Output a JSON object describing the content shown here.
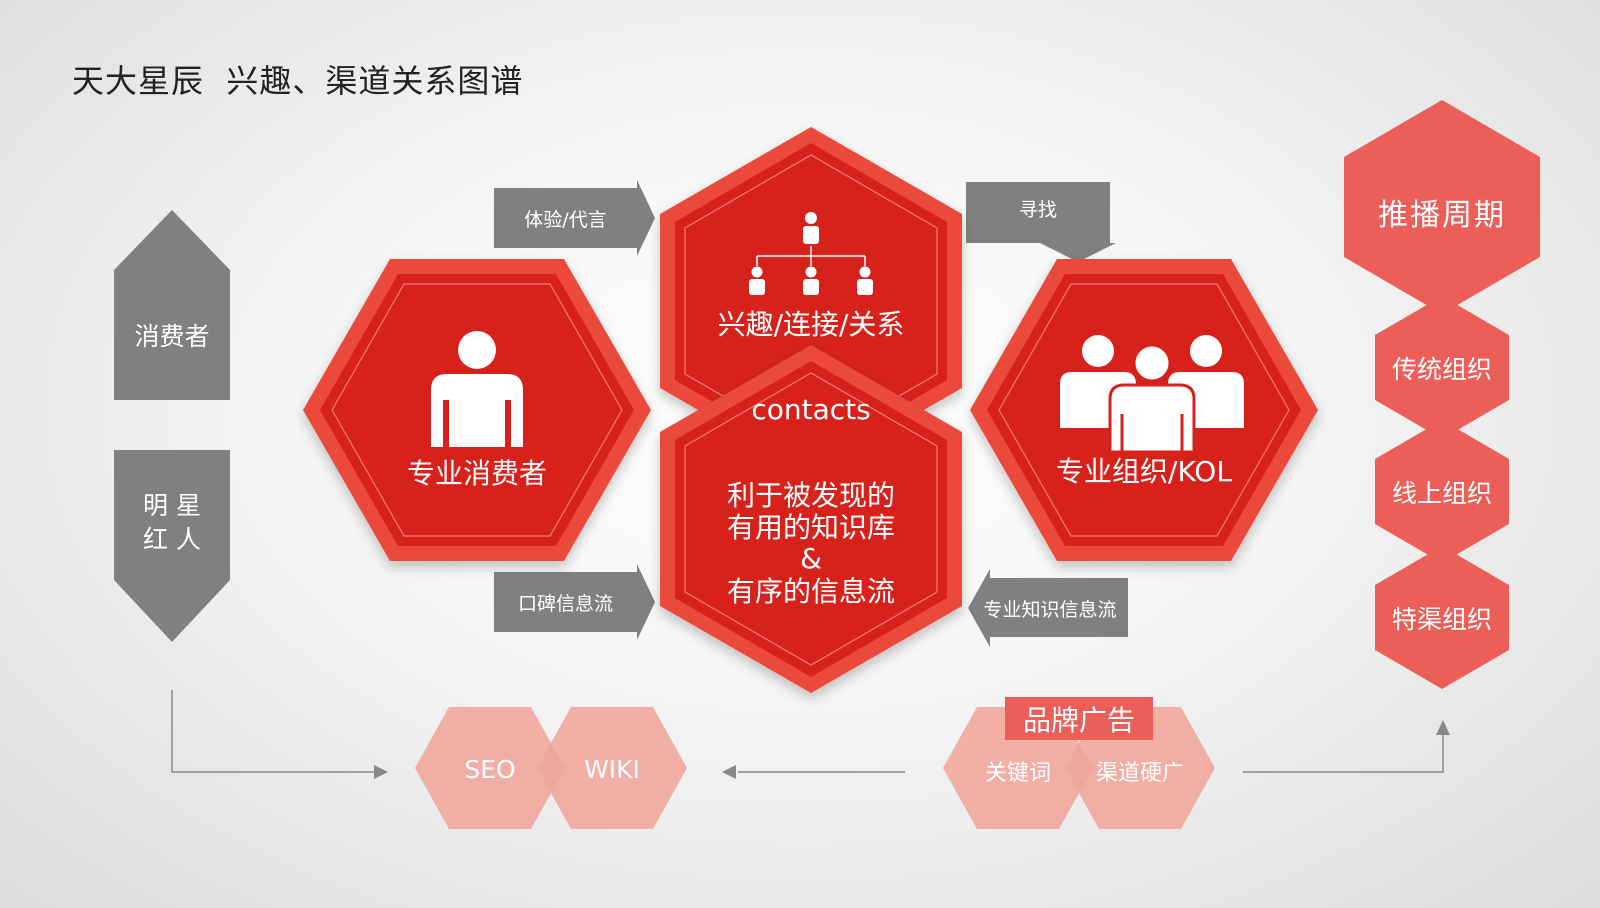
{
  "title": "天大星辰  兴趣、渠道关系图谱",
  "left_column": {
    "top": "消费者",
    "bottom_line1": "明 星",
    "bottom_line2": "红 人"
  },
  "hexes": {
    "consumer": "专业消费者",
    "interest": "兴趣/连接/关系",
    "contacts": "contacts",
    "knowledge_line1": "利于被发现的",
    "knowledge_line2": "有用的知识库",
    "knowledge_line3": "&",
    "knowledge_line4": "有序的信息流",
    "kol": "专业组织/KOL"
  },
  "arrows": {
    "experience": "体验/代言",
    "word_of_mouth": "口碑信息流",
    "find": "寻找",
    "expert_info": "专业知识信息流"
  },
  "right_column": {
    "header": "推播周期",
    "items": [
      "传统组织",
      "线上组织",
      "特渠组织"
    ]
  },
  "bottom": {
    "seo": "SEO",
    "wiki": "WIKI",
    "brand_ad": "品牌广告",
    "keyword": "关键词",
    "channel_ad": "渠道硬广"
  },
  "colors": {
    "red": "#d7201b",
    "red_border": "#ec4a3c",
    "coral": "#ec5f58",
    "light_coral": "#f0a59b",
    "gray": "#808080"
  }
}
